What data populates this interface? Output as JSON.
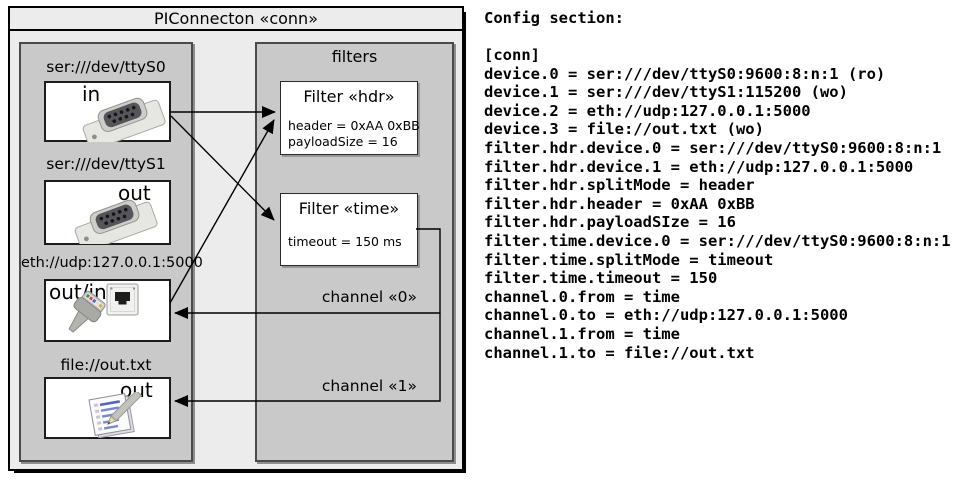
{
  "diagram": {
    "title": "PIConnecton «conn»",
    "devices": [
      {
        "label": "ser:///dev/ttyS0",
        "direction": "in",
        "icon": "serial-connector-icon"
      },
      {
        "label": "ser:///dev/ttyS1",
        "direction": "out",
        "icon": "serial-connector-icon"
      },
      {
        "label": "eth://udp:127.0.0.1:5000",
        "direction": "out/in",
        "icons": [
          "ethernet-jack-icon",
          "ethernet-cable-icon"
        ]
      },
      {
        "label": "file://out.txt",
        "direction": "out",
        "icon": "notepad-icon"
      }
    ],
    "filters_panel": {
      "label": "filters",
      "filters": [
        {
          "title": "Filter «hdr»",
          "properties": [
            "header = 0xAA 0xBB",
            "payloadSize = 16"
          ]
        },
        {
          "title": "Filter «time»",
          "properties": [
            "timeout = 150 ms"
          ]
        }
      ]
    },
    "channels": [
      {
        "label": "channel «0»"
      },
      {
        "label": "channel «1»"
      }
    ],
    "colors": {
      "outer_fill": "#ececec",
      "panel_fill": "#c9c9c9",
      "box_fill": "#ffffff",
      "line": "#000000"
    }
  },
  "config": {
    "heading": "Config section:",
    "lines": [
      "[conn]",
      "device.0 = ser:///dev/ttyS0:9600:8:n:1 (ro)",
      "device.1 = ser:///dev/ttyS1:115200 (wo)",
      "device.2 = eth://udp:127.0.0.1:5000",
      "device.3 = file://out.txt (wo)",
      "filter.hdr.device.0 = ser:///dev/ttyS0:9600:8:n:1",
      "filter.hdr.device.1 = eth://udp:127.0.0.1:5000",
      "filter.hdr.splitMode = header",
      "filter.hdr.header = 0xAA 0xBB",
      "filter.hdr.payloadSIze = 16",
      "filter.time.device.0 = ser:///dev/ttyS0:9600:8:n:1",
      "filter.time.splitMode = timeout",
      "filter.time.timeout = 150",
      "channel.0.from = time",
      "channel.0.to = eth://udp:127.0.0.1:5000",
      "channel.1.from = time",
      "channel.1.to = file://out.txt"
    ]
  }
}
